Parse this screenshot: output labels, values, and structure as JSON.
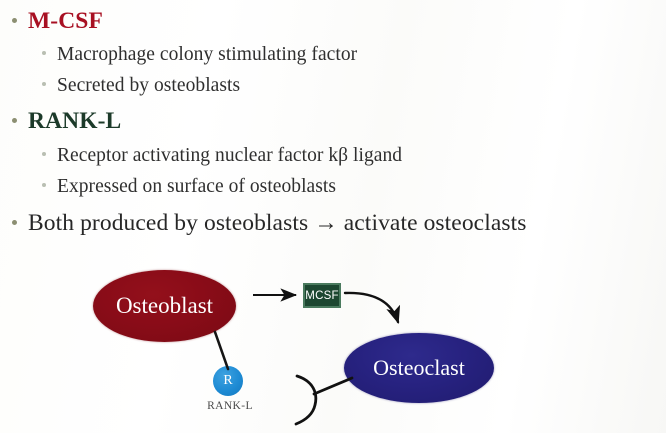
{
  "slide": {
    "background_color": "#fdfdfb",
    "bullets": [
      {
        "level": 1,
        "heading": true,
        "color": "#a81022",
        "text": "M-CSF",
        "name": "bullet-m-csf"
      },
      {
        "level": 2,
        "heading": false,
        "color": "#2f2f2f",
        "text": "Macrophage colony stimulating factor",
        "name": "bullet-macrophage-colony-stimulating-factor"
      },
      {
        "level": 2,
        "heading": false,
        "color": "#2f2f2f",
        "text": "Secreted by osteoblasts",
        "name": "bullet-secreted-by-osteoblasts"
      },
      {
        "level": 1,
        "heading": true,
        "color": "#1c3a29",
        "text": "RANK-L",
        "name": "bullet-rank-l"
      },
      {
        "level": 2,
        "heading": false,
        "color": "#2f2f2f",
        "text": "Receptor activating nuclear factor kβ ligand",
        "name": "bullet-receptor-activating-nuclear-factor"
      },
      {
        "level": 2,
        "heading": false,
        "color": "#2f2f2f",
        "text": "Expressed on surface of osteoblasts",
        "name": "bullet-expressed-on-surface-of-osteoblasts"
      },
      {
        "level": 1,
        "heading": false,
        "color": "#272727",
        "text": "Both produced by osteoblasts → activate osteoclasts",
        "name": "bullet-both-produced-by-osteoblasts"
      }
    ]
  },
  "diagram": {
    "osteoblast": {
      "label": "Osteoblast",
      "fill": "#8a0c18",
      "text_color": "#ffffff"
    },
    "osteoclast": {
      "label": "Osteoclast",
      "fill": "#272280",
      "text_color": "#ffffff"
    },
    "mcsf_box": {
      "label": "MCSF",
      "fill": "#1d4731",
      "border": "#4a7a5e",
      "text_color": "#ffffff"
    },
    "rankl_receptor": {
      "label": "R",
      "fill": "#1e8bd4",
      "text_color": "#ffffff",
      "caption": "RANK-L"
    },
    "arrows": [
      {
        "name": "arrow-osteoblast-to-mcsf",
        "style": "straight",
        "color": "#111111"
      },
      {
        "name": "arrow-mcsf-to-osteoclast",
        "style": "curved",
        "color": "#111111"
      }
    ],
    "receptor_shape": {
      "name": "osteoclast-receptor",
      "color": "#111111"
    }
  }
}
